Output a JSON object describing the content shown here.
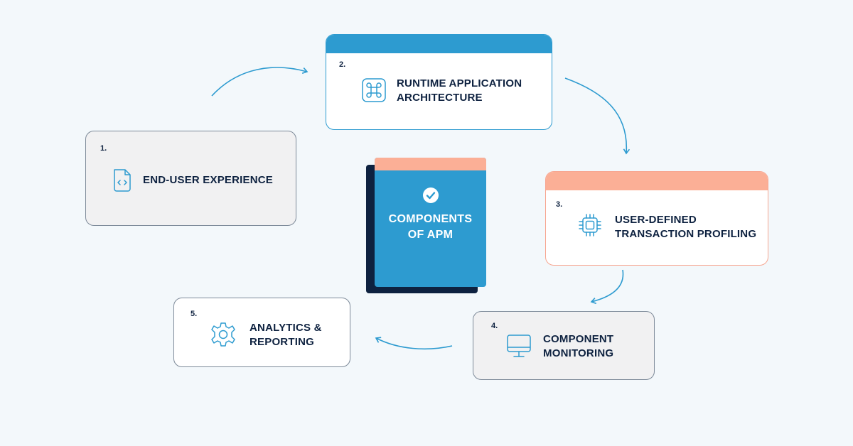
{
  "center": {
    "title": "COMPONENTS\nOF APM",
    "icon": "check-circle-icon"
  },
  "steps": [
    {
      "number": "1.",
      "title": "END-USER EXPERIENCE",
      "icon": "file-code-icon"
    },
    {
      "number": "2.",
      "title": "RUNTIME APPLICATION\nARCHITECTURE",
      "icon": "command-icon"
    },
    {
      "number": "3.",
      "title": "USER-DEFINED\nTRANSACTION PROFILING",
      "icon": "cpu-chip-icon"
    },
    {
      "number": "4.",
      "title": "COMPONENT\nMONITORING",
      "icon": "monitor-icon"
    },
    {
      "number": "5.",
      "title": "ANALYTICS &\nREPORTING",
      "icon": "gear-icon"
    }
  ],
  "colors": {
    "background": "#f3f8fb",
    "accent_blue": "#2d9bd0",
    "accent_salmon": "#fbaf96",
    "navy": "#0e2240",
    "card_grey": "#f1f1f2"
  }
}
